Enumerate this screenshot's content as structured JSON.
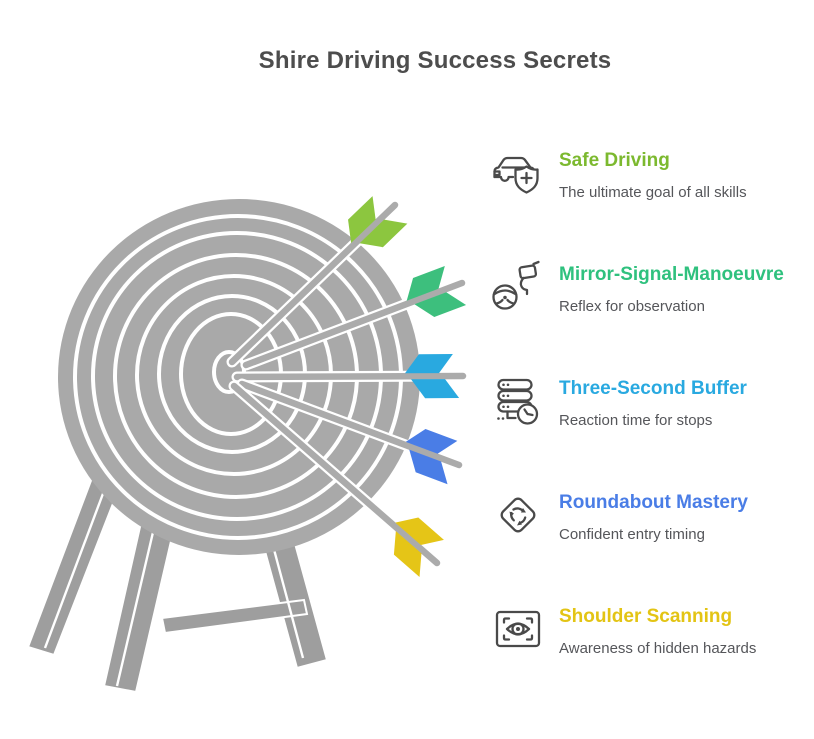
{
  "page": {
    "title": "Shire Driving Success Secrets"
  },
  "colors": {
    "title_text": "#4D4D4D",
    "subtitle_text": "#55565A",
    "icon_stroke": "#4A4A4A",
    "target_gray": "#A9A9A9",
    "stand_gray": "#9E9E9E",
    "shaft_gray": "#ABABAB",
    "ring_stroke": "#FFFFFF"
  },
  "items": [
    {
      "title": "Safe Driving",
      "subtitle": "The ultimate goal of all skills",
      "color": "#7CB92F",
      "arrow_color": "#8CC63F",
      "icon": "car-shield-plus-icon"
    },
    {
      "title": "Mirror-Signal-Manoeuvre",
      "subtitle": "Reflex for observation",
      "color": "#2FC17E",
      "arrow_color": "#3DBF7D",
      "icon": "steering-wheel-mirror-icon"
    },
    {
      "title": "Three-Second Buffer",
      "subtitle": "Reaction time for stops",
      "color": "#29A9E0",
      "arrow_color": "#29A9E0",
      "icon": "server-clock-icon"
    },
    {
      "title": "Roundabout Mastery",
      "subtitle": "Confident entry timing",
      "color": "#4A7DE6",
      "arrow_color": "#4A7DE6",
      "icon": "roundabout-sign-icon"
    },
    {
      "title": "Shoulder Scanning",
      "subtitle": "Awareness of hidden hazards",
      "color": "#E3C414",
      "arrow_color": "#E5C517",
      "icon": "eye-scan-icon"
    }
  ]
}
